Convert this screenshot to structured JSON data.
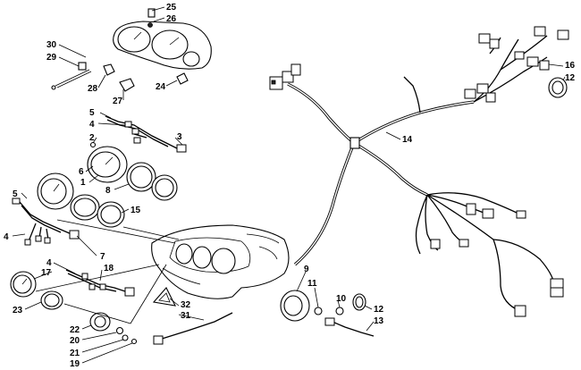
{
  "labels": {
    "p1": "1",
    "p2": "2",
    "p3": "3",
    "p4a": "4",
    "p4b": "4",
    "p4c": "4",
    "p5a": "5",
    "p5b": "5",
    "p6": "6",
    "p7": "7",
    "p8": "8",
    "p9": "9",
    "p10": "10",
    "p11": "11",
    "p12a": "12",
    "p12b": "12",
    "p13": "13",
    "p14": "14",
    "p15": "15",
    "p16": "16",
    "p17": "17",
    "p18": "18",
    "p19": "19",
    "p20": "20",
    "p21": "21",
    "p22": "22",
    "p23": "23",
    "p24": "24",
    "p25": "25",
    "p26": "26",
    "p27": "27",
    "p28": "28",
    "p29": "29",
    "p30": "30",
    "p31": "31",
    "p32": "32"
  }
}
